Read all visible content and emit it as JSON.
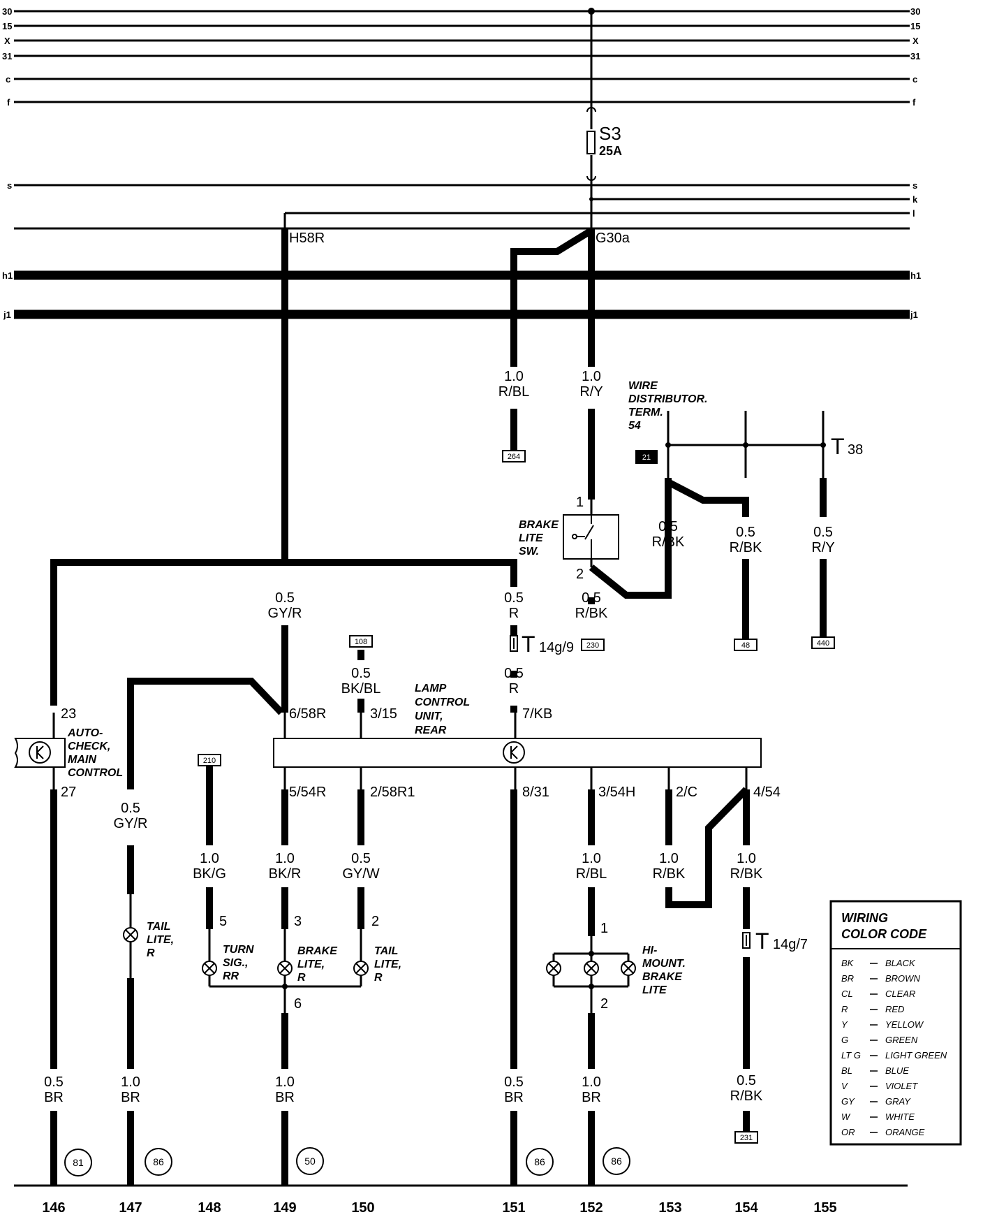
{
  "bus_labels": {
    "left": [
      "30",
      "15",
      "X",
      "31",
      "c",
      "f",
      "s",
      "h1",
      "j1"
    ],
    "right": [
      "30",
      "15",
      "X",
      "31",
      "c",
      "f",
      "s",
      "k",
      "l",
      "h1",
      "j1"
    ]
  },
  "fuse": {
    "name": "S3",
    "rating": "25A"
  },
  "terminals": {
    "h58r": "H58R",
    "g30a": "G30a"
  },
  "wires": {
    "w_rbl_top": [
      "1.0",
      "R/BL"
    ],
    "w_ry_top": [
      "1.0",
      "R/Y"
    ],
    "w_rbk_a": [
      "0.5",
      "R/BK"
    ],
    "w_rbk_b": [
      "0.5",
      "R/BK"
    ],
    "w_ry_b": [
      "0.5",
      "R/Y"
    ],
    "w_gyr_mid": [
      "0.5",
      "GY/R"
    ],
    "w_r_mid": [
      "0.5",
      "R"
    ],
    "w_rbk_sw": [
      "0.5",
      "R/BK"
    ],
    "w_bkbl": [
      "0.5",
      "BK/BL"
    ],
    "w_r_low": [
      "0.5",
      "R"
    ],
    "w_gyr_147": [
      "0.5",
      "GY/R"
    ],
    "w_bkg": [
      "1.0",
      "BK/G"
    ],
    "w_bkr": [
      "1.0",
      "BK/R"
    ],
    "w_gyw": [
      "0.5",
      "GY/W"
    ],
    "w_rbl_hm": [
      "1.0",
      "R/BL"
    ],
    "w_rbk_153": [
      "1.0",
      "R/BK"
    ],
    "w_rbk_154": [
      "1.0",
      "R/BK"
    ],
    "w_br_146": [
      "0.5",
      "BR"
    ],
    "w_br_147": [
      "1.0",
      "BR"
    ],
    "w_br_149": [
      "1.0",
      "BR"
    ],
    "w_br_151": [
      "0.5",
      "BR"
    ],
    "w_br_152": [
      "1.0",
      "BR"
    ],
    "w_rbk_bot": [
      "0.5",
      "R/BK"
    ]
  },
  "refs": {
    "r264": "264",
    "r21": "21",
    "r230": "230",
    "r48": "48",
    "r440": "440",
    "r108": "108",
    "r210": "210",
    "r231": "231"
  },
  "connectors": {
    "t38": {
      "letter": "T",
      "sub": "38"
    },
    "t14g9": {
      "letter": "T",
      "sub": "14g/9"
    },
    "t14g7": {
      "letter": "T",
      "sub": "14g/7"
    }
  },
  "pins": {
    "p1_sw": "1",
    "p2_sw": "2",
    "p23": "23",
    "p27": "27",
    "p658r": "6/58R",
    "p315": "3/15",
    "p7kb": "7/KB",
    "p554r": "5/54R",
    "p258r1": "2/58R1",
    "p831": "8/31",
    "p354h": "3/54H",
    "p2c": "2/C",
    "p454": "4/54",
    "p5": "5",
    "p3": "3",
    "p2": "2",
    "p6": "6",
    "p1_hm": "1",
    "p2_hm": "2"
  },
  "components": {
    "wire_dist": [
      "WIRE",
      "DISTRIBUTOR.",
      "TERM.",
      "54"
    ],
    "brake_sw": [
      "BRAKE",
      "LITE",
      "SW."
    ],
    "lamp_unit": [
      "LAMP",
      "CONTROL",
      "UNIT,",
      "REAR"
    ],
    "autocheck": [
      "AUTO-",
      "CHECK,",
      "MAIN",
      "CONTROL"
    ],
    "tail_147": [
      "TAIL",
      "LITE,",
      "R"
    ],
    "turn_rr": [
      "TURN",
      "SIG.,",
      "RR"
    ],
    "brake_lite": [
      "BRAKE",
      "LITE,",
      "R"
    ],
    "tail_150": [
      "TAIL",
      "LITE,",
      "R"
    ],
    "himount": [
      "HI-",
      "MOUNT.",
      "BRAKE",
      "LITE"
    ]
  },
  "grounds": {
    "g146": "81",
    "g147": "86",
    "g149": "50",
    "g151": "86",
    "g152": "86"
  },
  "columns": [
    "146",
    "147",
    "148",
    "149",
    "150",
    "151",
    "152",
    "153",
    "154",
    "155"
  ],
  "legend": {
    "title": [
      "WIRING",
      "COLOR CODE"
    ],
    "rows": [
      [
        "BK",
        "BLACK"
      ],
      [
        "BR",
        "BROWN"
      ],
      [
        "CL",
        "CLEAR"
      ],
      [
        "R",
        "RED"
      ],
      [
        "Y",
        "YELLOW"
      ],
      [
        "G",
        "GREEN"
      ],
      [
        "LT G",
        "LIGHT GREEN"
      ],
      [
        "BL",
        "BLUE"
      ],
      [
        "V",
        "VIOLET"
      ],
      [
        "GY",
        "GRAY"
      ],
      [
        "W",
        "WHITE"
      ],
      [
        "OR",
        "ORANGE"
      ]
    ]
  }
}
